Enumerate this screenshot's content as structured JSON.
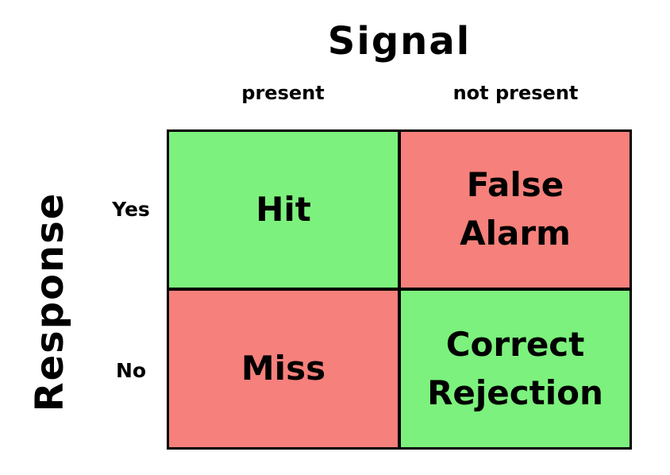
{
  "diagram": {
    "title": "Signal",
    "row_axis_title": "Response",
    "column_labels": [
      "present",
      "not present"
    ],
    "row_labels": [
      "Yes",
      "No"
    ],
    "cells": [
      {
        "label": "Hit",
        "outcome": "correct"
      },
      {
        "label": "False Alarm",
        "outcome": "error"
      },
      {
        "label": "Miss",
        "outcome": "error"
      },
      {
        "label": "Correct Rejection",
        "outcome": "correct"
      }
    ],
    "colors": {
      "correct": "#7cf17d",
      "error": "#f6807b",
      "border": "#000000",
      "text": "#000000",
      "background": "#ffffff"
    }
  }
}
